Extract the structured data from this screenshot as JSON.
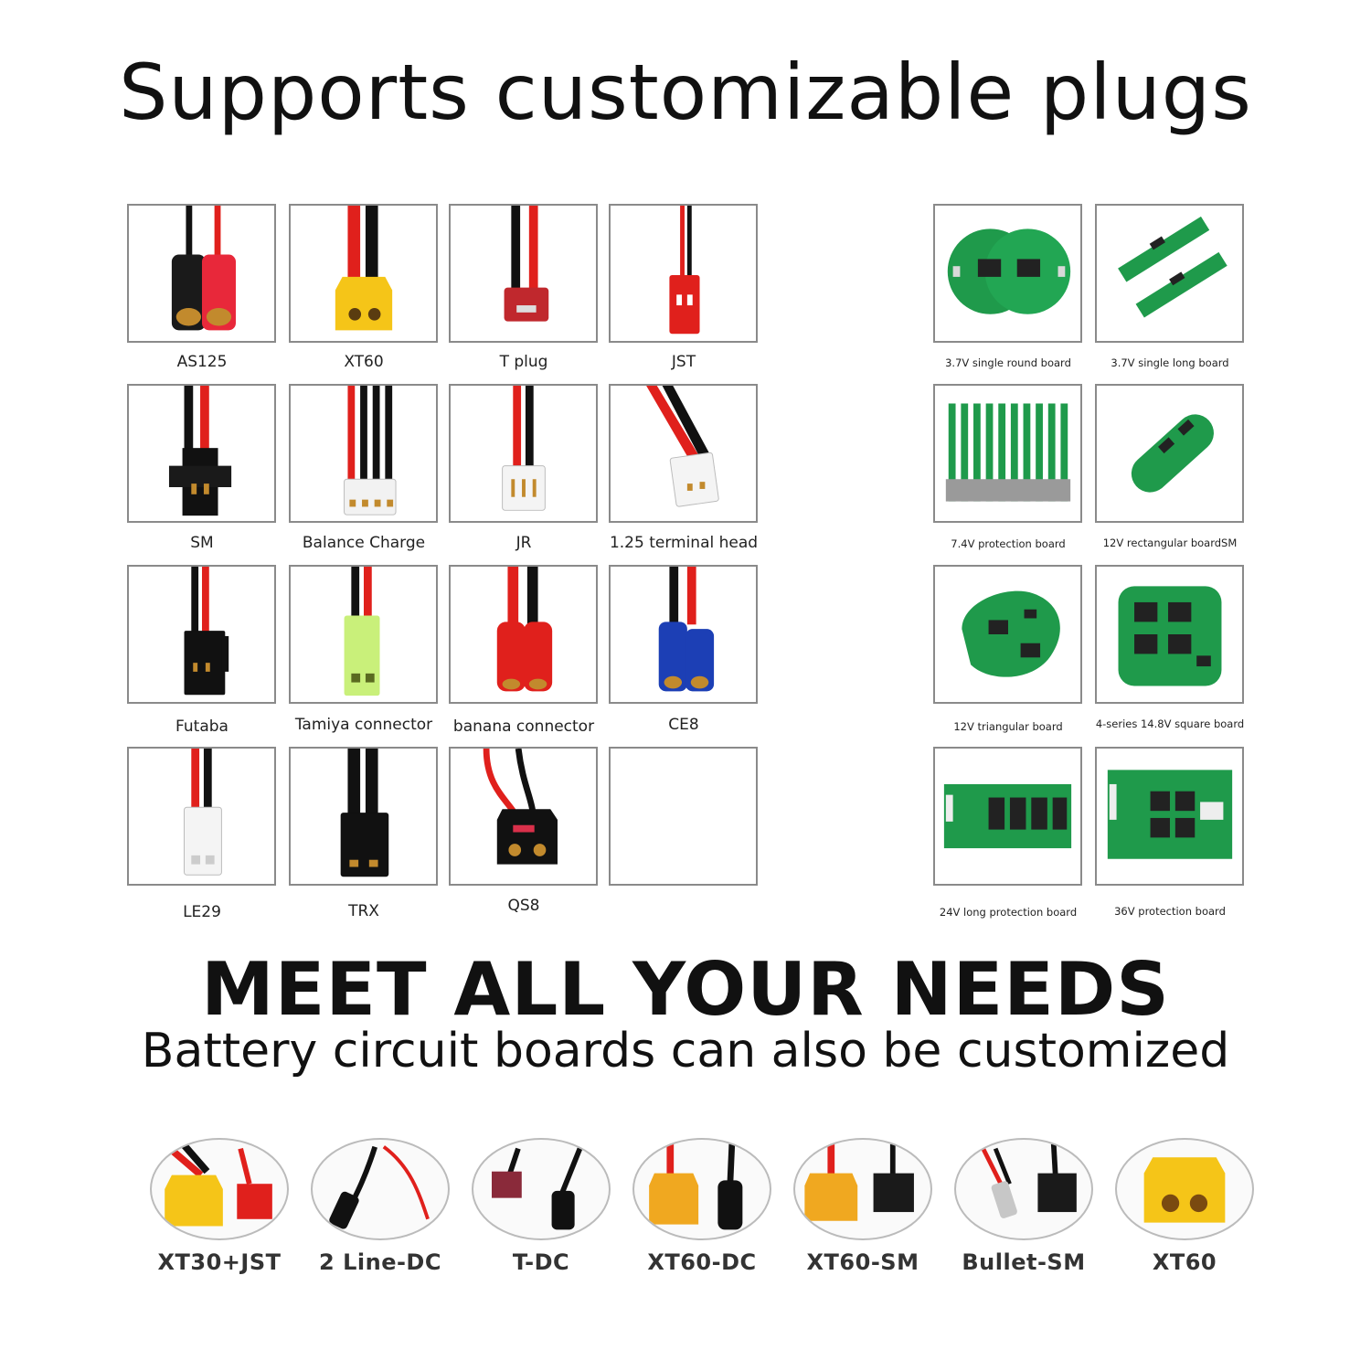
{
  "title": "Supports customizable plugs",
  "plugs": [
    {
      "label": "AS125",
      "icon": "as125-plug-icon"
    },
    {
      "label": "XT60",
      "icon": "xt60-plug-icon"
    },
    {
      "label": "T plug",
      "icon": "t-plug-icon"
    },
    {
      "label": "JST",
      "icon": "jst-plug-icon"
    },
    {
      "label": "SM",
      "icon": "sm-plug-icon"
    },
    {
      "label": "Balance Charge",
      "icon": "balance-charge-plug-icon"
    },
    {
      "label": "JR",
      "icon": "jr-plug-icon"
    },
    {
      "label": "1.25 terminal head",
      "icon": "terminal-head-plug-icon"
    },
    {
      "label": "Futaba",
      "icon": "futaba-plug-icon"
    },
    {
      "label": "Tamiya connector",
      "icon": "tamiya-plug-icon"
    },
    {
      "label": "banana connector",
      "icon": "banana-plug-icon"
    },
    {
      "label": "CE8",
      "icon": "ce8-plug-icon"
    },
    {
      "label": "LE29",
      "icon": "le29-plug-icon"
    },
    {
      "label": "TRX",
      "icon": "trx-plug-icon"
    },
    {
      "label": "QS8",
      "icon": "qs8-plug-icon"
    },
    {
      "label": "",
      "icon": "empty-cell"
    }
  ],
  "boards": [
    {
      "label": "3.7V single round board"
    },
    {
      "label": "3.7V single long board"
    },
    {
      "label": "7.4V protection board"
    },
    {
      "label": "12V rectangular boardSM"
    },
    {
      "label": "12V triangular board"
    },
    {
      "label": "4-series 14.8V square board"
    },
    {
      "label": "24V long protection board"
    },
    {
      "label": "36V protection board"
    }
  ],
  "headline": "MEET ALL YOUR NEEDS",
  "subline": "Battery circuit boards can also be customized",
  "combos": [
    {
      "label": "XT30+JST"
    },
    {
      "label": "2 Line-DC"
    },
    {
      "label": "T-DC"
    },
    {
      "label": "XT60-DC"
    },
    {
      "label": "XT60-SM"
    },
    {
      "label": "Bullet-SM"
    },
    {
      "label": "XT60"
    }
  ],
  "colors": {
    "wire_red": "#e0201c",
    "wire_black": "#111111",
    "xt60_yellow": "#f5c518",
    "pcb_green": "#1f9a4b",
    "ce8_blue": "#1c3fb5",
    "tamiya_green": "#c9f07a"
  }
}
